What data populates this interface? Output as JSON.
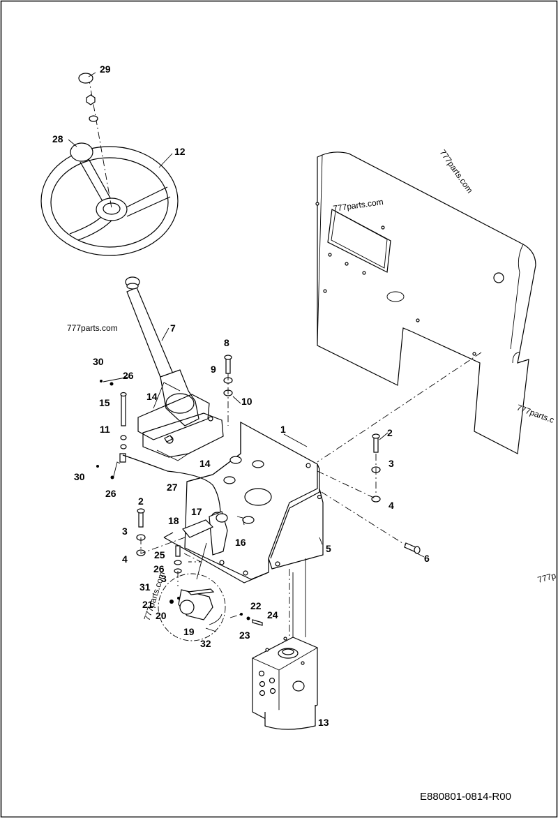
{
  "drawing": {
    "document_code": "E880801-0814-R00",
    "watermark_text": "777parts.com",
    "watermark_partial_right": "777p",
    "watermark_partial_right_mid": "777parts.c"
  },
  "callouts": {
    "c29": "29",
    "c28": "28",
    "c12": "12",
    "c7": "7",
    "c8": "8",
    "c9": "9",
    "c10": "10",
    "c30a": "30",
    "c26a": "26",
    "c15": "15",
    "c14a": "14",
    "c11": "11",
    "c14b": "14",
    "c1": "1",
    "c2a": "2",
    "c3a": "3",
    "c4a": "4",
    "c30b": "30",
    "c26b": "26",
    "c27": "27",
    "c2b": "2",
    "c3b": "3",
    "c4b": "4",
    "c18": "18",
    "c17": "17",
    "c16": "16",
    "c5": "5",
    "c6": "6",
    "c25": "25",
    "c26c": "26",
    "c3c": "3",
    "c31": "31",
    "c21": "21",
    "c20": "20",
    "c19": "19",
    "c32": "32",
    "c22": "22",
    "c24": "24",
    "c23": "23",
    "c13": "13"
  },
  "icons": [
    "steering-wheel-icon",
    "steering-column-icon",
    "dash-panel-icon",
    "mount-bracket-icon",
    "steering-valve-icon",
    "bolt-icon",
    "washer-icon"
  ]
}
